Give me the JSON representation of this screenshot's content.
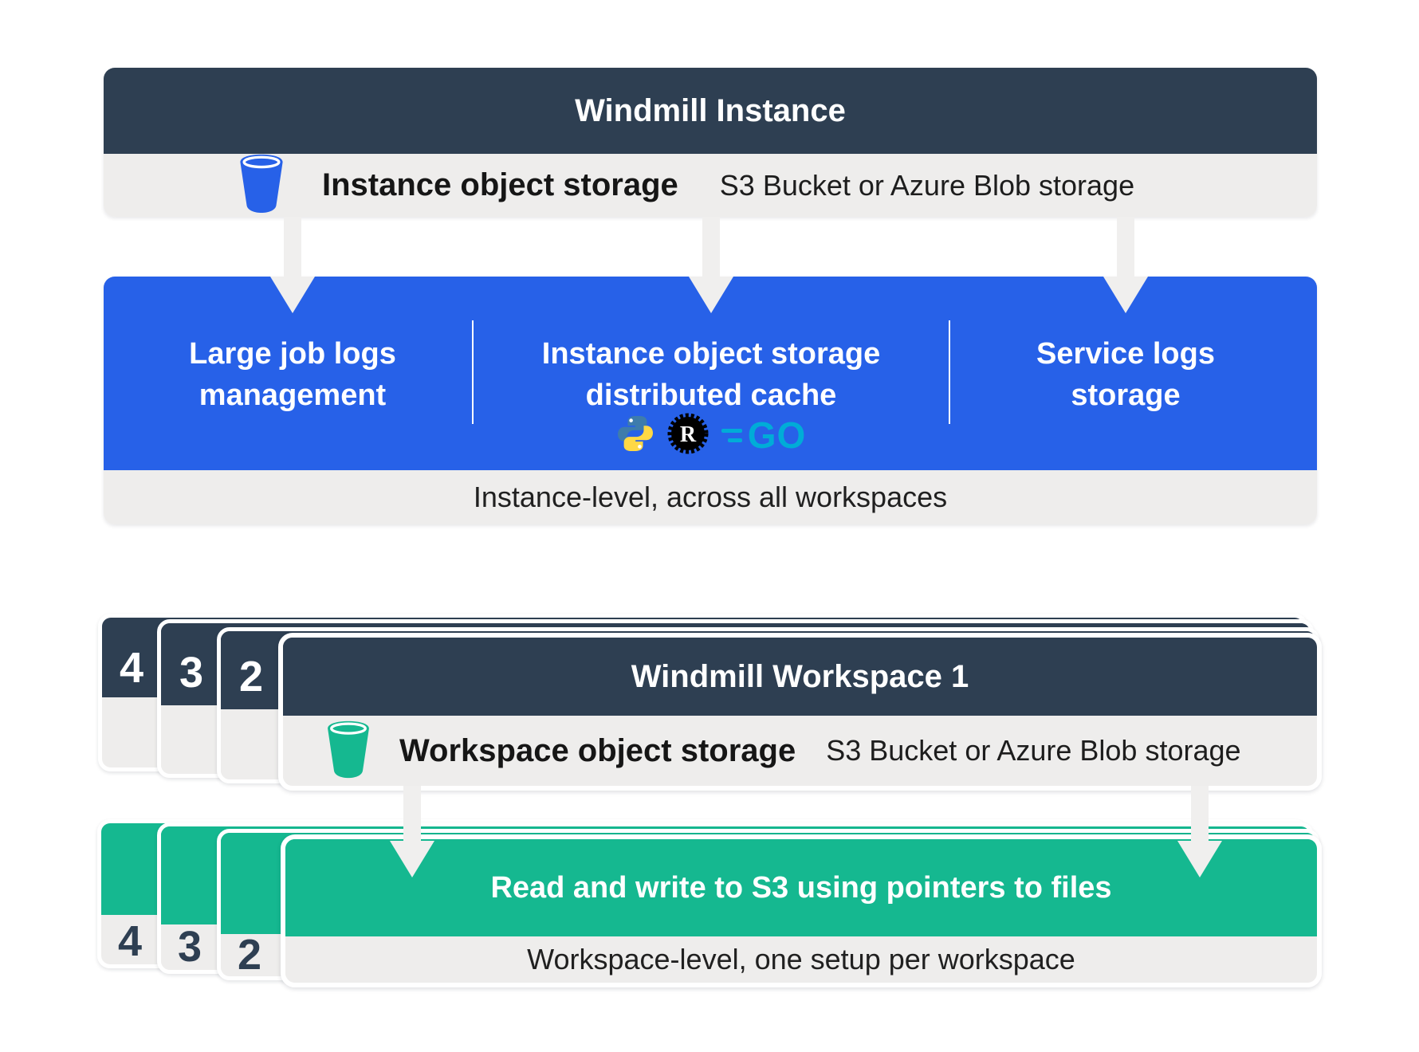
{
  "colors": {
    "slate": "#2E3F52",
    "blue": "#2761E8",
    "green": "#15B890",
    "bar_gray": "#EEEDEC",
    "arrow_gray": "#F0EFEE",
    "python_blue": "#3E7CAC",
    "python_yellow": "#FFD845",
    "rust_black": "#000000",
    "go_cyan": "#00ACD7"
  },
  "instance": {
    "title": "Windmill Instance",
    "storage": {
      "icon": "bucket-icon",
      "label": "Instance object storage",
      "detail": "S3 Bucket or Azure Blob storage"
    },
    "services": {
      "items": [
        "Large job logs management",
        "Instance object storage distributed cache",
        "Service logs storage"
      ],
      "languages": [
        "python",
        "rust",
        "go"
      ],
      "go_label": "GO"
    },
    "footer": "Instance-level, across all workspaces"
  },
  "workspace": {
    "title": "Windmill Workspace 1",
    "stack_badges": [
      "4",
      "3",
      "2"
    ],
    "storage": {
      "icon": "bucket-icon",
      "label": "Workspace object storage",
      "detail": "S3 Bucket or Azure Blob storage"
    },
    "banner": "Read and write to S3 using pointers to files",
    "footer": "Workspace-level, one setup per workspace"
  }
}
